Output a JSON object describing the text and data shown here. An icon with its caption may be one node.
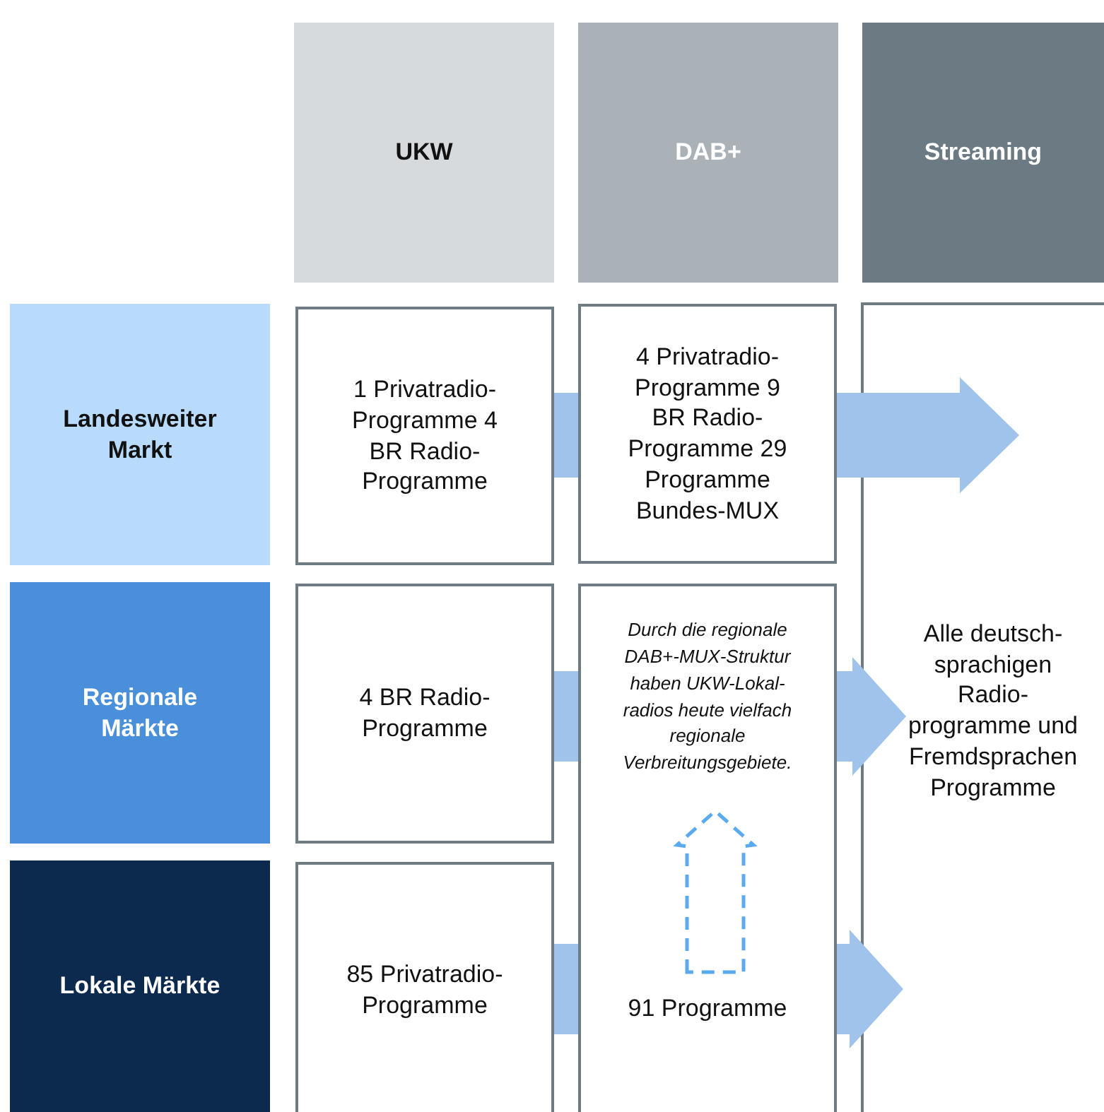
{
  "diagram": {
    "nodes": [
      {
        "text": [
          "UKW"
        ]
      },
      {
        "text": [
          "DAB+"
        ]
      },
      {
        "text": [
          "Streaming"
        ]
      },
      {
        "text": [
          "Landesweiter Markt"
        ]
      },
      {
        "text": [
          "Regionale Märkte"
        ]
      },
      {
        "text": [
          "Lokale Märkte"
        ]
      },
      {
        "text": [
          "1 Privatradio-Programme 4 BR Radio-Programme"
        ]
      },
      {
        "text": [
          "4 Privatradio-Programme 9 BR Radio-Programme 29 Programme Bundes-MUX"
        ]
      },
      {
        "text": [
          "4 BR Radio-Programme"
        ]
      },
      {
        "text": [
          "85 Privatradio-Programme"
        ]
      },
      {
        "text": [
          "Durch die regionale DAB+-MUX-Struktur haben UKW-Lokal-radios heute vielfach regionale Verbreitungsgebiete.",
          "91 Programme"
        ]
      },
      {
        "text": [
          "Alle deutsch-sprachigen Radio-programme und Fremdsprachen Programme"
        ]
      }
    ],
    "edges": [
      {
        "from": 6,
        "to": 7,
        "arrow": "none"
      },
      {
        "from": 7,
        "to": 11,
        "arrow": "to"
      },
      {
        "from": 8,
        "to": 10,
        "arrow": "none"
      },
      {
        "from": 10,
        "to": 11,
        "arrow": "to"
      },
      {
        "from": 9,
        "to": 10,
        "arrow": "none"
      },
      {
        "from": 10,
        "to": 11,
        "arrow": "to"
      }
    ]
  }
}
